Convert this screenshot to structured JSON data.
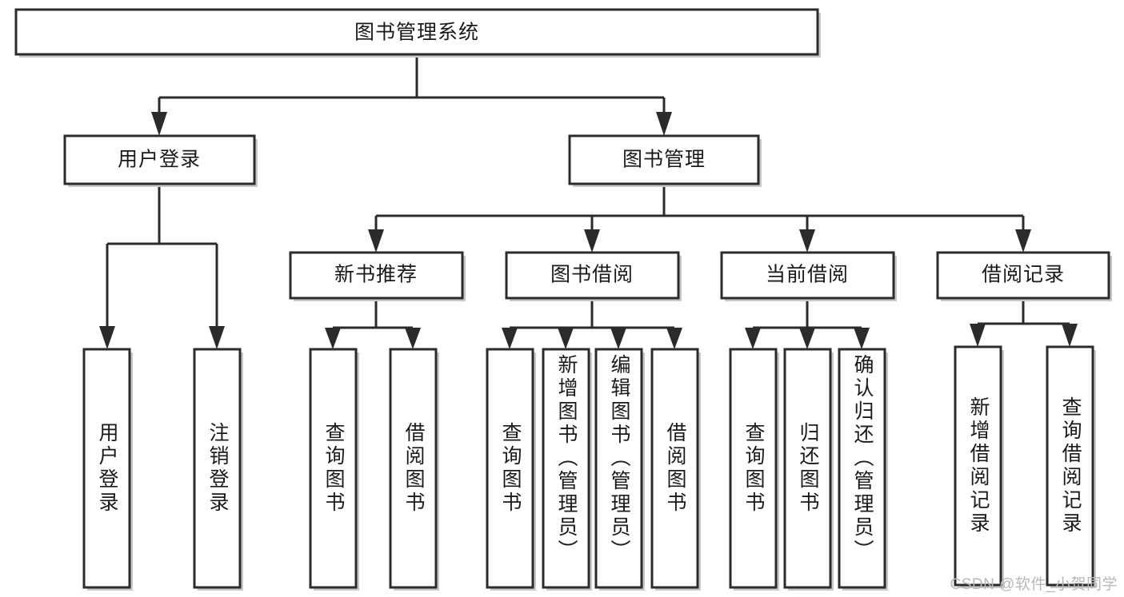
{
  "diagram": {
    "type": "tree",
    "orientation": "top-down",
    "title": "图书管理系统",
    "theme": {
      "box_fill": "#ffffff",
      "box_stroke": "#2b2b2b",
      "shadow": "#c9c9c9",
      "text": "#1a1a1a",
      "background": "#ffffff",
      "watermark_color": "#b8b8b8"
    },
    "levels": {
      "root": {
        "label": "图书管理系统"
      },
      "level2": [
        {
          "label": "用户登录"
        },
        {
          "label": "图书管理"
        }
      ],
      "level3": [
        {
          "label": "新书推荐"
        },
        {
          "label": "图书借阅"
        },
        {
          "label": "当前借阅"
        },
        {
          "label": "借阅记录"
        }
      ],
      "leaves": {
        "user_login": [
          {
            "label": "用户登录"
          },
          {
            "label": "注销登录"
          }
        ],
        "new_book_recommend": [
          {
            "label": "查询图书"
          },
          {
            "label": "借阅图书"
          }
        ],
        "book_borrow": [
          {
            "label": "查询图书"
          },
          {
            "label": "新增图书（管理员）"
          },
          {
            "label": "编辑图书（管理员）"
          },
          {
            "label": "借阅图书"
          }
        ],
        "current_borrow": [
          {
            "label": "查询图书"
          },
          {
            "label": "归还图书"
          },
          {
            "label": "确认归还（管理员）"
          }
        ],
        "borrow_record": [
          {
            "label": "新增借阅记录"
          },
          {
            "label": "查询借阅记录"
          }
        ]
      }
    },
    "watermark": "CSDN @软件_小贺同学"
  }
}
